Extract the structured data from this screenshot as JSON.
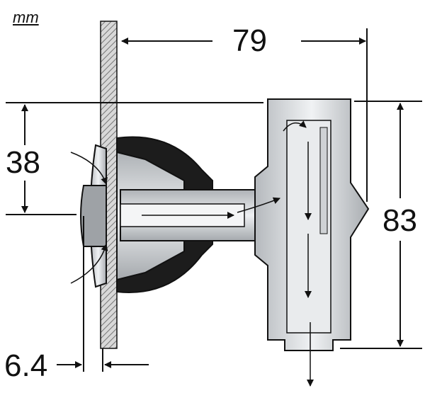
{
  "unit_label": "mm",
  "dimensions": {
    "depth": "79",
    "upper_height": "38",
    "total_height": "83",
    "flange_thickness": "6.4"
  },
  "colors": {
    "line": "#111111",
    "body_dark": "#1c1c1c",
    "metal": "#c9ccd0",
    "metal_light": "#eceef0",
    "wall_hatch": "#9a9a9a"
  }
}
